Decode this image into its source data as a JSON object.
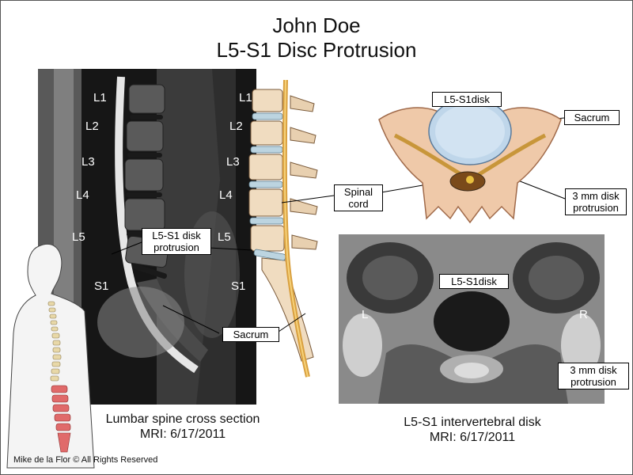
{
  "title": {
    "line1": "John Doe",
    "line2": "L5-S1 Disc Protrusion"
  },
  "sagittal_labels": [
    "L1",
    "L2",
    "L3",
    "L4",
    "L5",
    "S1"
  ],
  "illustration_labels": [
    "L1",
    "L2",
    "L3",
    "L4",
    "L5",
    "S1"
  ],
  "callouts": {
    "disk_protrusion": {
      "line1": "L5-S1 disk",
      "line2": "protrusion"
    },
    "sacrum_left": "Sacrum",
    "spinal_cord": {
      "line1": "Spinal",
      "line2": "cord"
    },
    "disk_top": "L5-S1disk",
    "sacrum_right": "Sacrum",
    "protrusion_top": {
      "line1": "3 mm disk",
      "line2": "protrusion"
    },
    "disk_axial": "L5-S1disk",
    "protrusion_axial": {
      "line1": "3 mm disk",
      "line2": "protrusion"
    }
  },
  "axial_labels": {
    "left": "L",
    "right": "R"
  },
  "captions": {
    "left": {
      "line1": "Lumbar spine cross section",
      "line2": "MRI: 6/17/2011"
    },
    "right": {
      "line1": "L5-S1 intervertebral disk",
      "line2": "MRI: 6/17/2011"
    }
  },
  "credit": "Mike de la Flor © All Rights Reserved"
}
